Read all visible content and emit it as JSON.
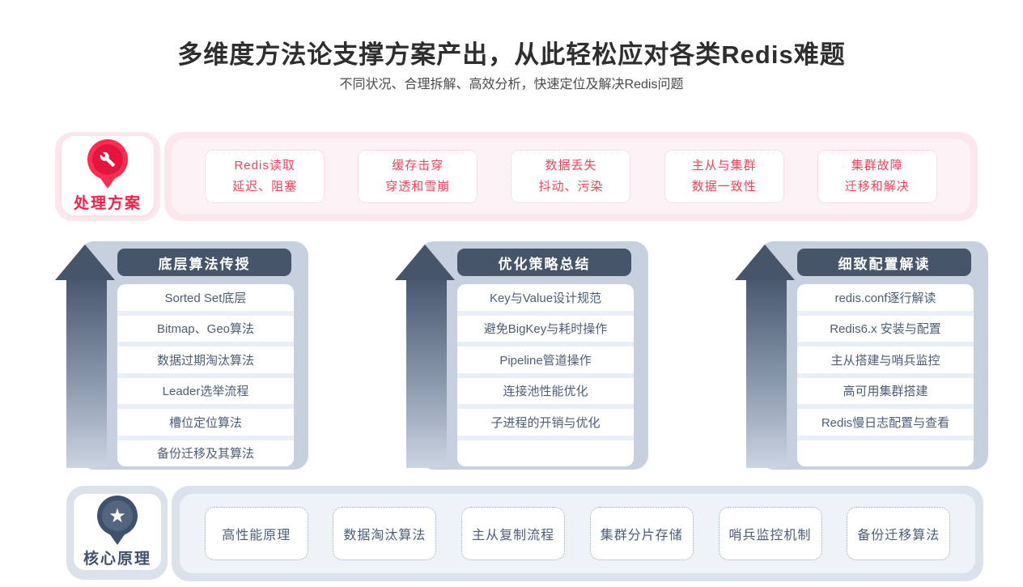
{
  "header": {
    "title": "多维度方法论支撑方案产出，从此轻松应对各类Redis难题",
    "subtitle": "不同状况、合理拆解、高效分析，快速定位及解决Redis问题"
  },
  "colors": {
    "accent-red": "#f5405a",
    "label-red": "#f72049",
    "pin-red": "#fb2e51",
    "pin-red-inner": "#e51540",
    "pink-ring": "#fbe7ec",
    "pink-panel": "#fdf3f6",
    "pink-border": "#f6bdc9",
    "slate-dark": "#47556b",
    "slate-text": "#4d5d77",
    "panel-blue": "#c6d0df",
    "row-divider": "#e9eff7",
    "frame-blue": "#dbe2ec",
    "inner-blue": "#eef3f9",
    "dotted-blue": "#93a2b7",
    "pin-slate": "#40516b",
    "pin-slate-inner": "#54667f",
    "title-color": "#2e2e2e",
    "subtitle-color": "#4a4a4a"
  },
  "solutions": {
    "label": "处理方案",
    "icon": "wrench-pin-icon",
    "items": [
      {
        "line1": "Redis读取",
        "line2": "延迟、阻塞"
      },
      {
        "line1": "缓存击穿",
        "line2": "穿透和雪崩"
      },
      {
        "line1": "数据丢失",
        "line2": "抖动、污染"
      },
      {
        "line1": "主从与集群",
        "line2": "数据一致性"
      },
      {
        "line1": "集群故障",
        "line2": "迁移和解决"
      }
    ]
  },
  "columns": [
    {
      "header": "底层算法传授",
      "items": [
        "Sorted Set底层",
        "Bitmap、Geo算法",
        "数据过期淘汰算法",
        "Leader选举流程",
        "槽位定位算法",
        "备份迁移及其算法"
      ]
    },
    {
      "header": "优化策略总结",
      "items": [
        "Key与Value设计规范",
        "避免BigKey与耗时操作",
        "Pipeline管道操作",
        "连接池性能优化",
        "子进程的开销与优化"
      ]
    },
    {
      "header": "细致配置解读",
      "items": [
        "redis.conf逐行解读",
        "Redis6.x 安装与配置",
        "主从搭建与哨兵监控",
        "高可用集群搭建",
        "Redis慢日志配置与查看"
      ]
    }
  ],
  "principles": {
    "label": "核心原理",
    "icon": "star-pin-icon",
    "icon_glyph": "★",
    "items": [
      "高性能原理",
      "数据淘汰算法",
      "主从复制流程",
      "集群分片存储",
      "哨兵监控机制",
      "备份迁移算法"
    ]
  }
}
